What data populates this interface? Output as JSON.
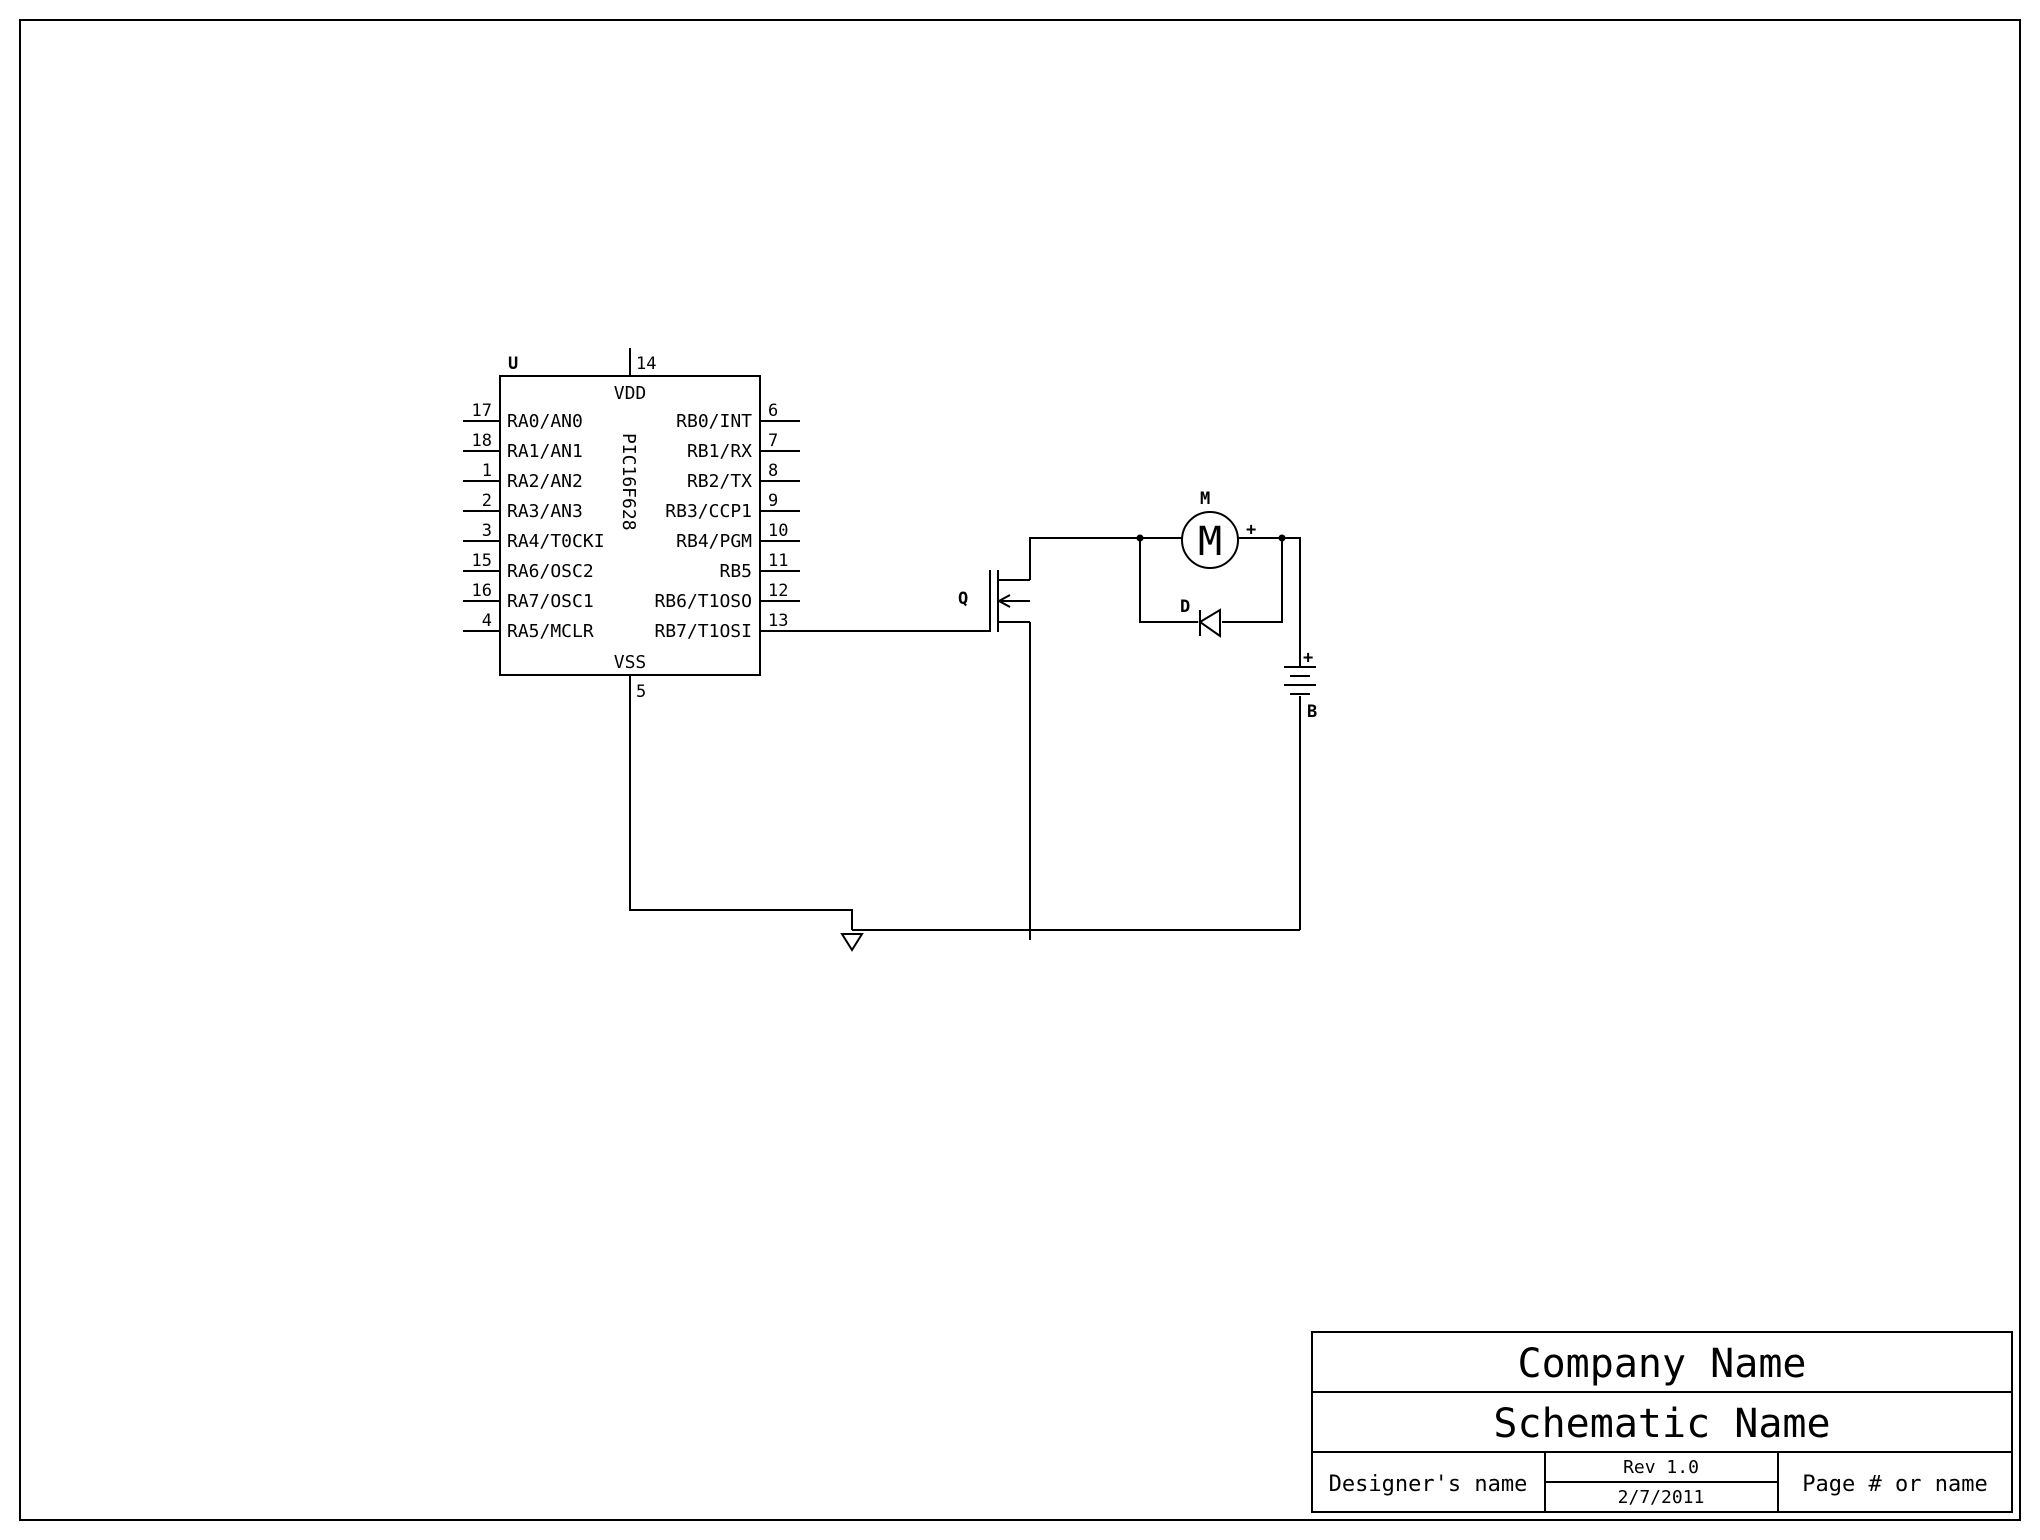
{
  "mcu": {
    "ref": "U",
    "part": "PIC16F628",
    "power": {
      "vdd_label": "VDD",
      "vdd_pin": "14",
      "vss_label": "VSS",
      "vss_pin": "5"
    },
    "left_pins": [
      {
        "num": "17",
        "label": "RA0/AN0"
      },
      {
        "num": "18",
        "label": "RA1/AN1"
      },
      {
        "num": "1",
        "label": "RA2/AN2"
      },
      {
        "num": "2",
        "label": "RA3/AN3"
      },
      {
        "num": "3",
        "label": "RA4/T0CKI"
      },
      {
        "num": "15",
        "label": "RA6/OSC2"
      },
      {
        "num": "16",
        "label": "RA7/OSC1"
      },
      {
        "num": "4",
        "label": "RA5/MCLR"
      }
    ],
    "right_pins": [
      {
        "num": "6",
        "label": "RB0/INT"
      },
      {
        "num": "7",
        "label": "RB1/RX"
      },
      {
        "num": "8",
        "label": "RB2/TX"
      },
      {
        "num": "9",
        "label": "RB3/CCP1"
      },
      {
        "num": "10",
        "label": "RB4/PGM"
      },
      {
        "num": "11",
        "label": "RB5"
      },
      {
        "num": "12",
        "label": "RB6/T1OSO"
      },
      {
        "num": "13",
        "label": "RB7/T1OSI"
      }
    ]
  },
  "components": {
    "transistor": {
      "ref": "Q"
    },
    "motor": {
      "ref": "M",
      "symbol": "M",
      "plus": "+"
    },
    "diode": {
      "ref": "D"
    },
    "battery": {
      "ref": "B",
      "plus": "+"
    }
  },
  "title_block": {
    "company": "Company Name",
    "schematic": "Schematic Name",
    "designer": "Designer's name",
    "revision": "Rev 1.0",
    "date": "2/7/2011",
    "page": "Page # or name"
  }
}
